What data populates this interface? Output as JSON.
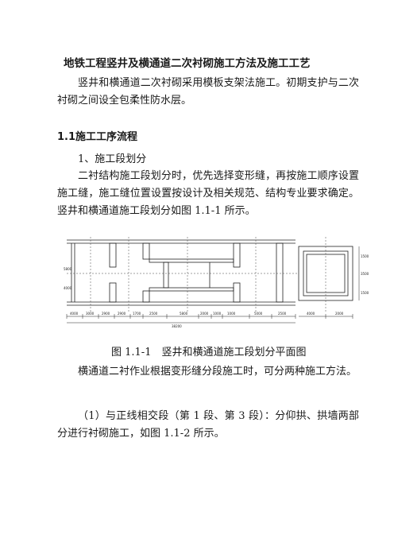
{
  "title": "地铁工程竖井及横通道二次衬砌施工方法及施工工艺",
  "intro": "竖井和横通道二次衬砌采用模板支架法施工。初期支护与二次衬砌之间设全包柔性防水层。",
  "section": {
    "heading": "1.1施工工序流程",
    "item1": "1、施工段划分",
    "para1": "二衬结构施工段划分时，优先选择变形缝，再按施工顺序设置施工缝，施工缝位置设置按设计及相关规范、结构专业要求确定。竖井和横通道施工段划分如图 1.1-1 所示。"
  },
  "figure": {
    "caption": "图 1.1-1　竖井和横通道施工段划分平面图",
    "dims_bottom": [
      "4000",
      "3000",
      "2900",
      "2900",
      "1700",
      "2500",
      "5800",
      "2000",
      "1000",
      "1000",
      "5000",
      "2500",
      "4000",
      "2000"
    ],
    "total_label": "38200",
    "dims_right": [
      "1500",
      "3500",
      "1500"
    ],
    "dims_left": [
      "5800",
      "4000"
    ]
  },
  "para2": "横通道二衬作业根据变形缝分段施工时，可分两种施工方法。",
  "para3": "（1）与正线相交段（第 1 段、第 3 段）：分仰拱、拱墙两部分进行衬砌施工，如图 1.1-2 所示。"
}
